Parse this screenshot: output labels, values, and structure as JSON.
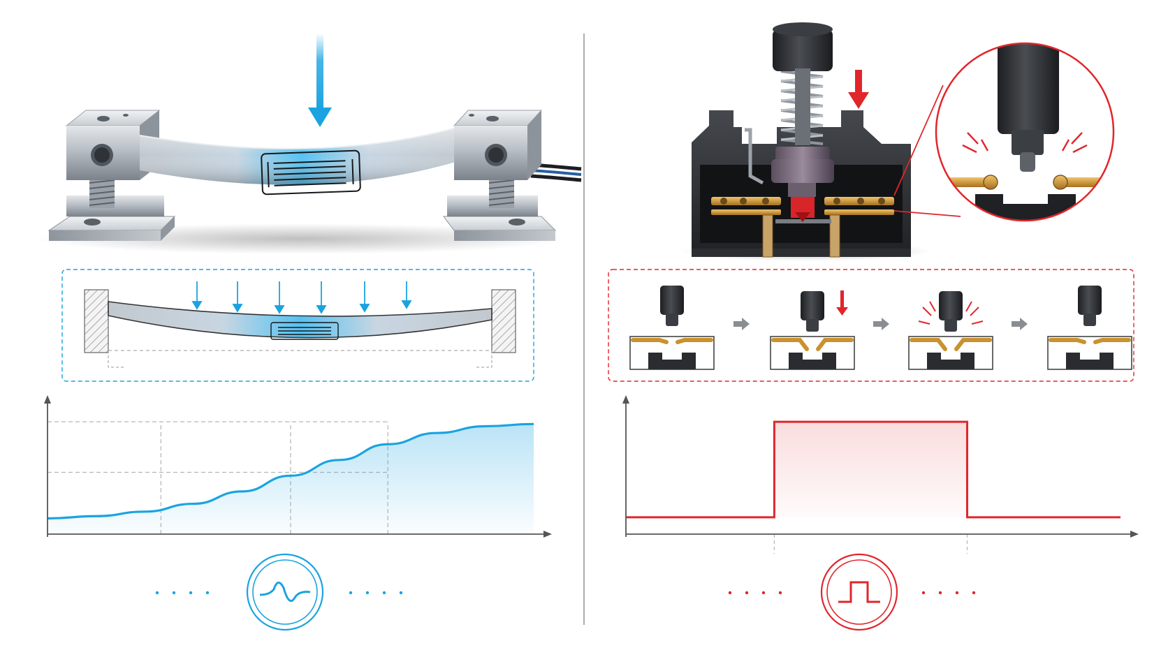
{
  "colors": {
    "analog_accent": "#1aa3e0",
    "digital_accent": "#e0262b",
    "steel": "#b9bfc6",
    "steel_dark": "#6d747c",
    "housing": "#2b2d30",
    "contact_gold": "#c9922f",
    "divider": "#9a9a9a",
    "axis": "#555555",
    "grid": "#b5b5b5"
  },
  "panels": [
    {
      "id": "analog",
      "components": [
        "load-cell-beam",
        "strain-gauge",
        "load-arrow",
        "mounting-blocks",
        "cable"
      ],
      "detail_icons": [
        "distributed-load-arrows",
        "bending-beam",
        "strain-gauge"
      ],
      "signal_icon": "sine-wave-icon"
    },
    {
      "id": "digital",
      "components": [
        "push-button",
        "spring",
        "switch-housing",
        "contacts",
        "press-arrow",
        "magnified-contact-inset"
      ],
      "detail_icons": [
        "switch-step-open",
        "switch-step-press",
        "switch-step-contact",
        "switch-step-release",
        "step-arrow"
      ],
      "signal_icon": "square-pulse-icon"
    }
  ],
  "chart_data": [
    {
      "type": "area",
      "curve": "sigmoid",
      "x": [
        0,
        0.1,
        0.2,
        0.3,
        0.4,
        0.5,
        0.6,
        0.7,
        0.8,
        0.9,
        1.0
      ],
      "values": [
        0.14,
        0.16,
        0.2,
        0.27,
        0.38,
        0.52,
        0.66,
        0.8,
        0.9,
        0.96,
        0.98
      ],
      "xlim": [
        0,
        1
      ],
      "ylim": [
        0,
        1.1
      ],
      "grid": "dashed",
      "xgrid": [
        0.2333,
        0.5,
        0.7
      ],
      "ygrid": [
        0.55,
        1.0
      ],
      "xlabel": "",
      "ylabel": "",
      "title": "",
      "legend": "none"
    },
    {
      "type": "line",
      "curve": "step",
      "x": [
        0,
        0.3,
        0.3,
        0.69,
        0.69,
        1.0
      ],
      "values": [
        0.15,
        0.15,
        1.0,
        1.0,
        0.15,
        0.15
      ],
      "xlim": [
        0,
        1
      ],
      "ylim": [
        0,
        1.1
      ],
      "xmarkers": [
        0.3,
        0.69
      ],
      "xlabel": "",
      "ylabel": "",
      "title": "",
      "legend": "none"
    }
  ]
}
